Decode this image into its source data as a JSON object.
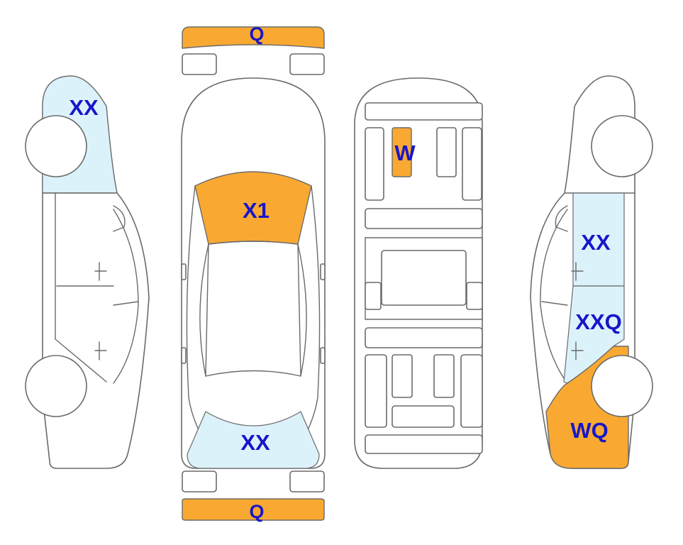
{
  "colors": {
    "damage_orange": "#f9a932",
    "damage_blue": "#dcf2fb",
    "label": "#1717c8",
    "outline": "#6a6a6a"
  },
  "labels": {
    "front_bumper": "Q",
    "rear_bumper": "Q",
    "windshield": "X1",
    "rear_window": "XX",
    "floor_seat": "W",
    "left_rear_glass": "XX",
    "right_front_door": "XX",
    "right_rear_door": "XXQ",
    "right_rear_quarter": "WQ"
  }
}
